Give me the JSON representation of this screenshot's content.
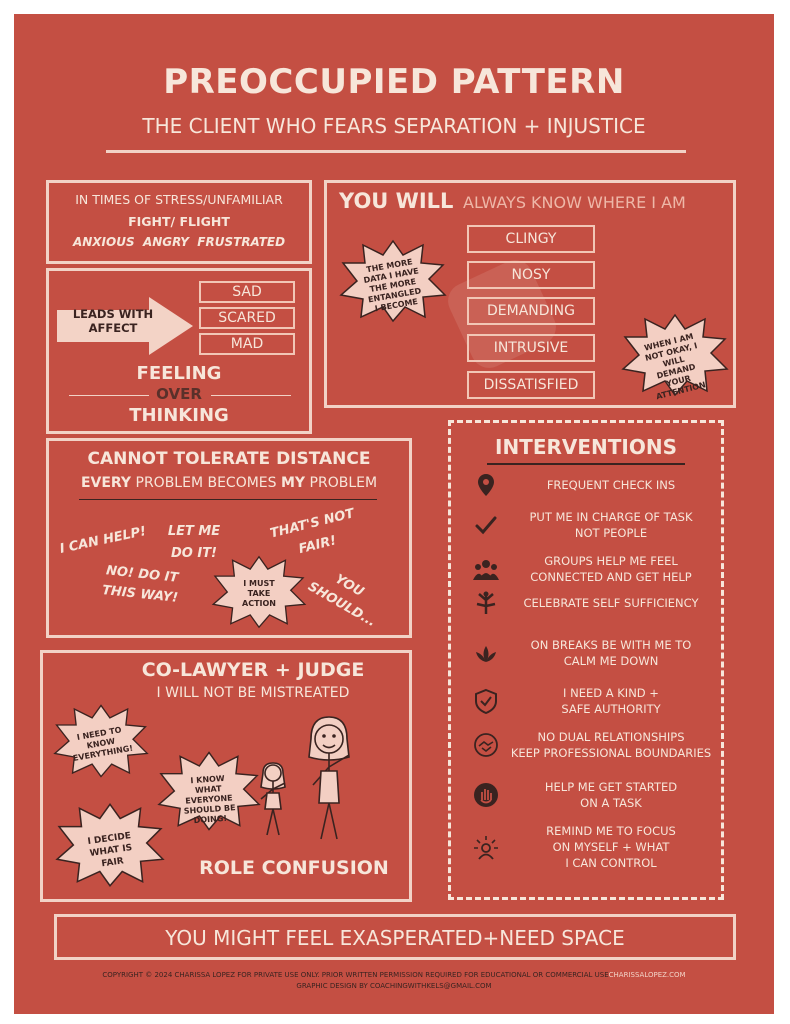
{
  "header": {
    "title": "PREOCCUPIED PATTERN",
    "subtitle": "THE CLIENT WHO FEARS SEPARATION + INJUSTICE"
  },
  "stress": {
    "line1": "IN TIMES OF STRESS/UNFAMILIAR",
    "line2": "FIGHT/ FLIGHT",
    "line3": "ANXIOUS  ANGRY  FRUSTRATED"
  },
  "feeling": {
    "arrow_label": "LEADS WITH AFFECT",
    "emotions": [
      "SAD",
      "SCARED",
      "MAD"
    ],
    "feeling": "FEELING",
    "over": "OVER",
    "thinking": "THINKING"
  },
  "you_will": {
    "title": "YOU WILL",
    "subtitle": "ALWAYS KNOW WHERE I AM",
    "traits": [
      "CLINGY",
      "NOSY",
      "DEMANDING",
      "INTRUSIVE",
      "DISSATISFIED"
    ],
    "burst_left": "THE MORE DATA I HAVE THE MORE ENTANGLED I BECOME",
    "burst_right": "WHEN I AM NOT OKAY, I WILL DEMAND YOUR ATTENTION"
  },
  "distance": {
    "title": "CANNOT TOLERATE DISTANCE",
    "sub_every": "EVERY",
    "sub_mid": " PROBLEM BECOMES ",
    "sub_my": "MY",
    "sub_end": " PROBLEM",
    "phrases": {
      "can_help": "I CAN HELP!",
      "let_me": "LET ME DO IT!",
      "not_fair": "THAT'S NOT FAIR!",
      "no_do_it": "NO! DO IT THIS WAY!",
      "you_should": "YOU SHOULD..."
    },
    "burst": "I MUST TAKE ACTION"
  },
  "colawyer": {
    "title": "CO-LAWYER + JUDGE",
    "subtitle": "I WILL NOT BE MISTREATED",
    "burst_know": "I NEED TO KNOW EVERYTHING!",
    "burst_doing": "I KNOW WHAT EVERYONE SHOULD BE DOING!",
    "burst_fair": "I DECIDE WHAT IS FAIR",
    "role": "ROLE CONFUSION"
  },
  "interventions": {
    "title": "INTERVENTIONS",
    "items": [
      {
        "icon": "location-pin-icon",
        "l1": "FREQUENT CHECK INS",
        "l2": ""
      },
      {
        "icon": "checkmark-icon",
        "l1": "PUT ME IN CHARGE OF TASK",
        "l2": "NOT PEOPLE"
      },
      {
        "icon": "group-icon",
        "l1": "GROUPS HELP ME FEEL",
        "l2": "CONNECTED AND GET HELP"
      },
      {
        "icon": "celebrate-icon",
        "l1": "CELEBRATE SELF SUFFICIENCY",
        "l2": ""
      },
      {
        "icon": "lotus-icon",
        "l1": "ON BREAKS BE WITH ME TO",
        "l2": "CALM ME DOWN"
      },
      {
        "icon": "shield-check-icon",
        "l1": "I NEED A KIND +",
        "l2": "SAFE AUTHORITY"
      },
      {
        "icon": "handshake-icon",
        "l1": "NO DUAL RELATIONSHIPS",
        "l2": "KEEP PROFESSIONAL BOUNDARIES"
      },
      {
        "icon": "hand-circle-icon",
        "l1": "HELP ME GET STARTED",
        "l2": "ON A TASK"
      },
      {
        "icon": "self-focus-icon",
        "l1": "REMIND ME TO FOCUS",
        "l2": "ON MYSELF + WHAT",
        "l3": "I CAN CONTROL"
      }
    ]
  },
  "footer": {
    "banner": "YOU MIGHT FEEL EXASPERATED+NEED SPACE",
    "copyright": "COPYRIGHT © 2024 CHARISSA LOPEZ FOR PRIVATE USE ONLY. PRIOR WRITTEN PERMISSION REQUIRED FOR EDUCATIONAL OR COMMERCIAL USE",
    "site": "CHARISSALOPEZ.COM",
    "design": "GRAPHIC DESIGN BY COACHINGWITHKELS@GMAIL.COM"
  },
  "colors": {
    "background": "#c44f43",
    "cream": "#f7e6da",
    "burst_fill": "#f3cfc3",
    "ink": "#3a2320"
  }
}
